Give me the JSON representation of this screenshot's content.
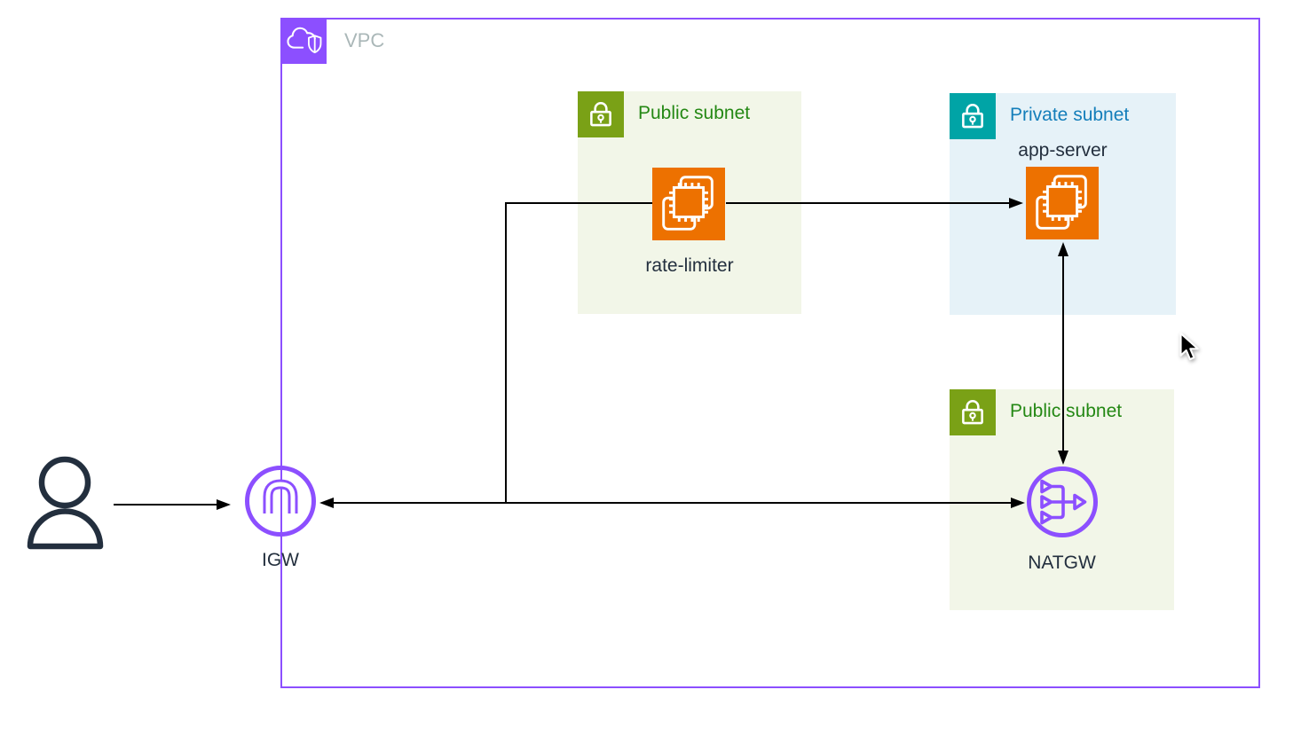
{
  "vpc": {
    "label": "VPC",
    "label_color": "#AAB7B8",
    "border_color": "#8C4FFF",
    "icon": "vpc-cloud-shield-icon"
  },
  "subnets": [
    {
      "label": "Public subnet",
      "kind": "public",
      "fill": "#F2F6E8",
      "icon": "lock-icon",
      "icon_color": "#7AA116",
      "label_color": "#248814",
      "node": {
        "label": "rate-limiter",
        "type": "ec2-instance",
        "icon": "ec2-chip-icon",
        "icon_color": "#ED7100"
      }
    },
    {
      "label": "Private subnet",
      "kind": "private",
      "fill": "#E6F2F8",
      "icon": "lock-icon",
      "icon_color": "#00A4A6",
      "label_color": "#147EBA",
      "node": {
        "label": "app-server",
        "type": "ec2-instance",
        "icon": "ec2-chip-icon",
        "icon_color": "#ED7100"
      }
    },
    {
      "label": "Public subnet",
      "kind": "public",
      "fill": "#F2F6E8",
      "icon": "lock-icon",
      "icon_color": "#7AA116",
      "label_color": "#248814",
      "node": {
        "label": "NATGW",
        "type": "nat-gateway",
        "icon": "nat-gateway-icon",
        "icon_color": "#8C4FFF"
      }
    }
  ],
  "internet_gateway": {
    "label": "IGW",
    "type": "internet-gateway",
    "icon": "internet-gateway-icon",
    "icon_color": "#8C4FFF"
  },
  "user": {
    "icon": "user-icon",
    "icon_color": "#232F3E"
  },
  "connections": [
    {
      "from": "user",
      "to": "IGW",
      "arrowheads": "end"
    },
    {
      "from": "IGW",
      "to": "NATGW",
      "arrowheads": "both"
    },
    {
      "from": "rate-limiter",
      "to": "IGW",
      "arrowheads": "end"
    },
    {
      "from": "rate-limiter",
      "to": "app-server",
      "arrowheads": "end"
    },
    {
      "from": "app-server",
      "to": "NATGW",
      "arrowheads": "both"
    }
  ],
  "edge_color": "#000000",
  "node_label_color": "#232F3E"
}
